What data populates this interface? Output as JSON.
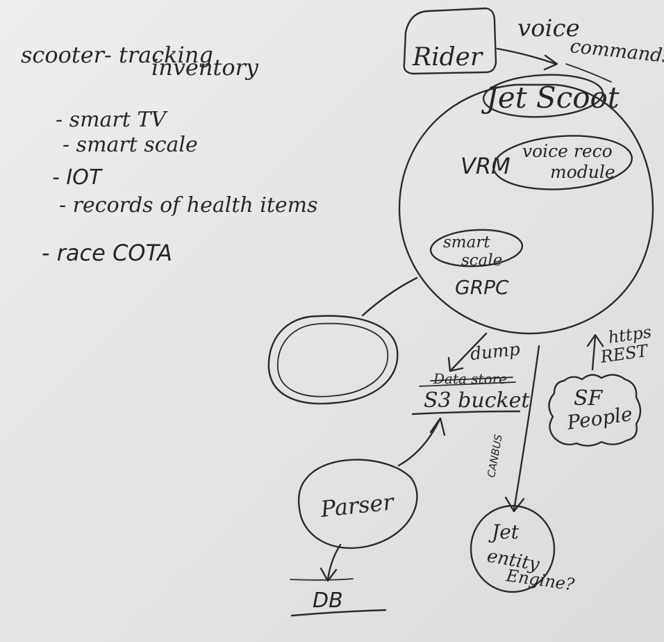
{
  "notes": {
    "title_line1": "scooter- tracking",
    "title_line2": "inventory",
    "items": [
      "- smart TV",
      "- smart scale",
      "- IOT",
      "- records of health items",
      "- race COTA"
    ]
  },
  "rider": {
    "label": "Rider"
  },
  "voice_commands": {
    "line1": "voice",
    "line2": "commands"
  },
  "jet_scoot": {
    "label": "Jet Scoot"
  },
  "vrm": {
    "abbrev": "VRM",
    "line1": "voice reco",
    "line2": "module"
  },
  "smart_scale": {
    "line1": "smart",
    "line2": "scale"
  },
  "grpc": {
    "label": "GRPC"
  },
  "dump": {
    "label": "dump"
  },
  "data_store": {
    "label": "Data store"
  },
  "s3_bucket": {
    "label": "S3 bucket"
  },
  "https_rest": {
    "line1": "https",
    "line2": "REST"
  },
  "sf_people": {
    "line1": "SF",
    "line2": "People"
  },
  "canbus": {
    "label": "CANBUS"
  },
  "parser": {
    "label": "Parser"
  },
  "db": {
    "label": "DB"
  },
  "jet_entity_engine": {
    "line1": "Jet",
    "line2": "entity",
    "line3": "Engine?"
  }
}
